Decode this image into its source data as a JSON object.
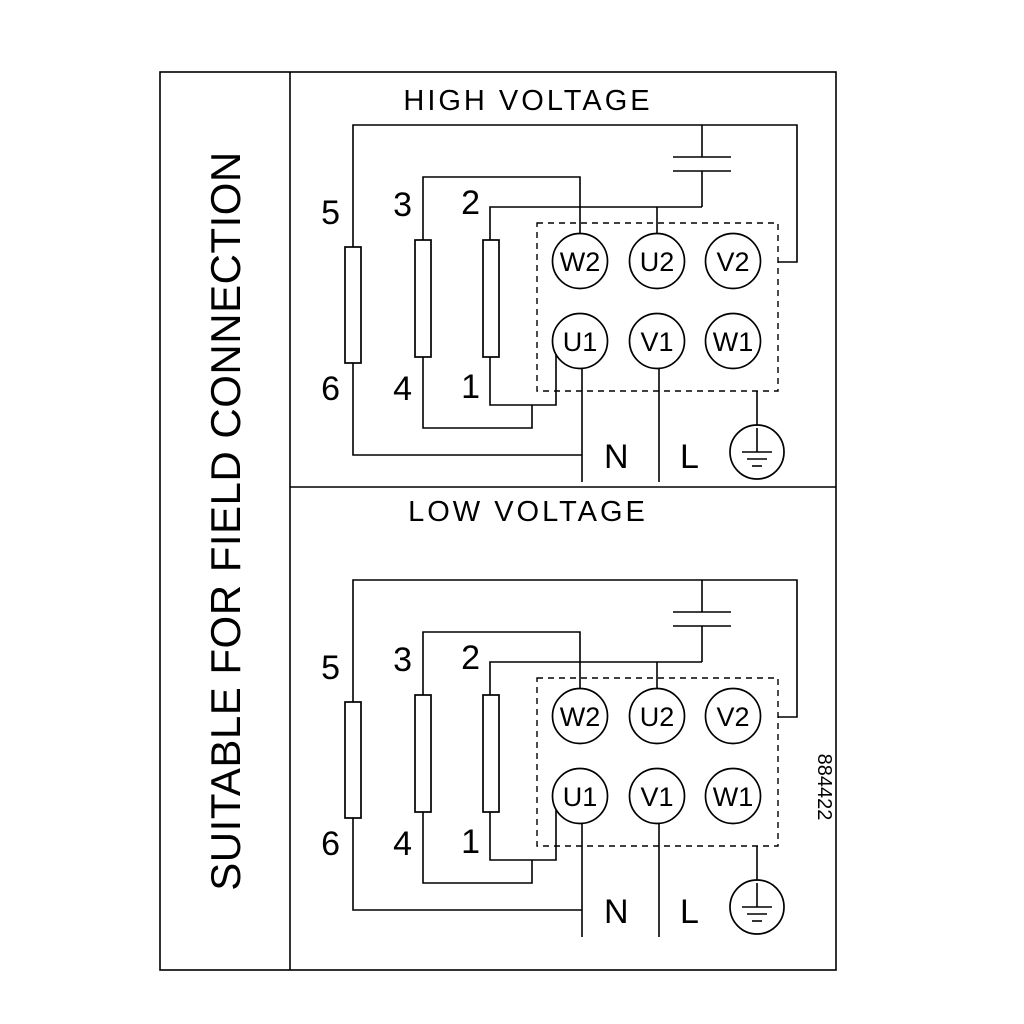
{
  "side_label": "SUITABLE FOR FIELD CONNECTION",
  "part_number": "884422",
  "colors": {
    "line": "#000000",
    "background": "#ffffff"
  },
  "high": {
    "title": "HIGH VOLTAGE",
    "terminals": {
      "w2": "W2",
      "u2": "U2",
      "v2": "V2",
      "u1": "U1",
      "v1": "V1",
      "w1": "W1"
    },
    "links": {
      "top_1": "5",
      "top_2": "3",
      "top_3": "2",
      "bottom_1": "6",
      "bottom_2": "4",
      "bottom_3": "1"
    },
    "neutral_label": "N",
    "line_label": "L"
  },
  "low": {
    "title": "LOW VOLTAGE",
    "terminals": {
      "w2": "W2",
      "u2": "U2",
      "v2": "V2",
      "u1": "U1",
      "v1": "V1",
      "w1": "W1"
    },
    "links": {
      "top_1": "5",
      "top_2": "3",
      "top_3": "2",
      "bottom_1": "6",
      "bottom_2": "4",
      "bottom_3": "1"
    },
    "neutral_label": "N",
    "line_label": "L"
  }
}
